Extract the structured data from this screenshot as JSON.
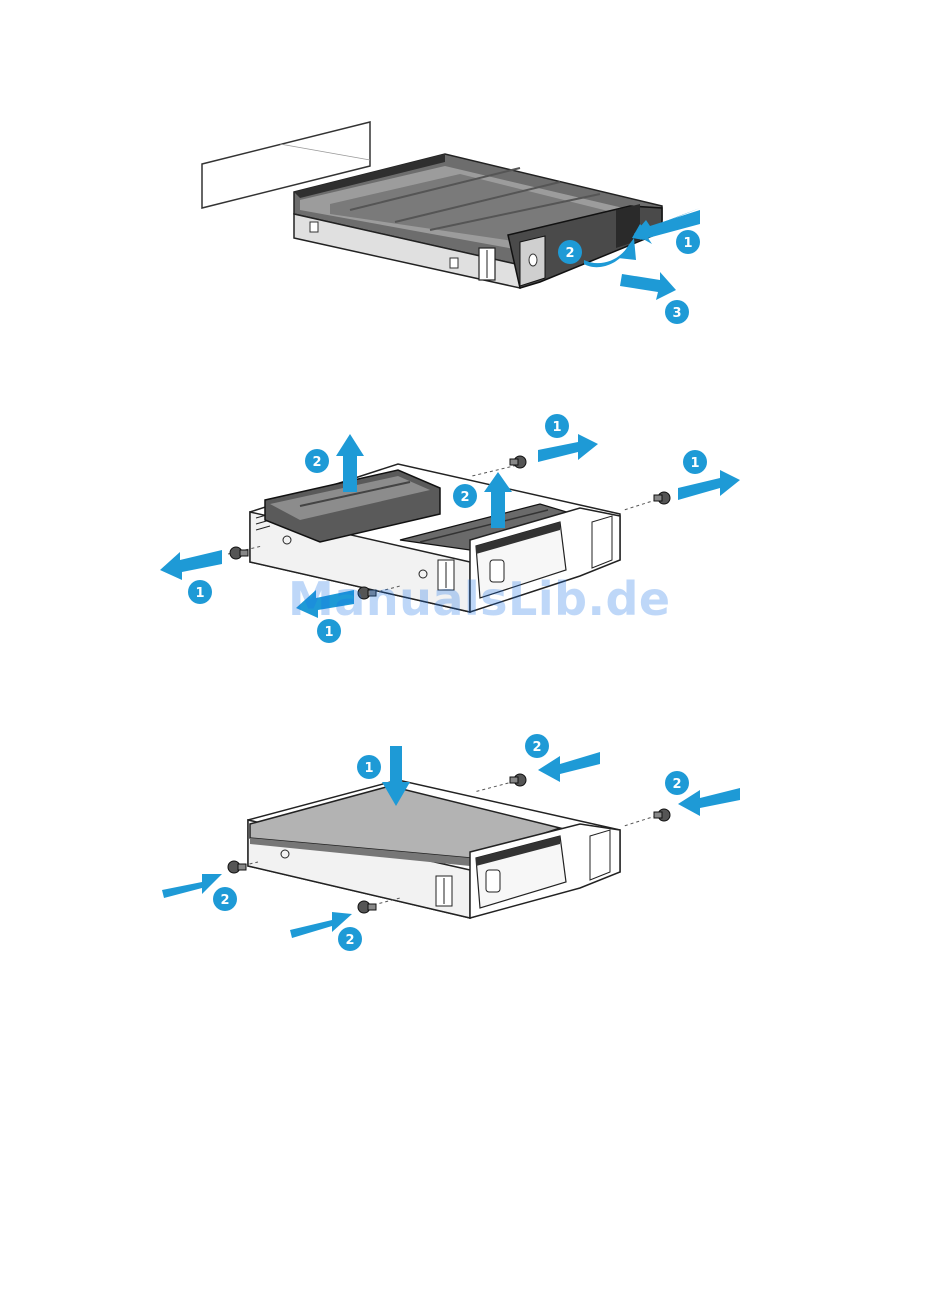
{
  "colors": {
    "accent": "#1e9ad6",
    "tray_dark": "#3c3c3c",
    "tray_mid": "#8a8a8a",
    "tray_light": "#d9d9d9",
    "drive_fill": "#b3b3b3"
  },
  "figure1": {
    "steps": [
      "1",
      "2",
      "3"
    ]
  },
  "figure2": {
    "steps": [
      "1",
      "1",
      "1",
      "1",
      "2",
      "2"
    ]
  },
  "figure3": {
    "steps": [
      "1",
      "2",
      "2",
      "2",
      "2"
    ]
  },
  "watermark": "ManualsLib.de"
}
